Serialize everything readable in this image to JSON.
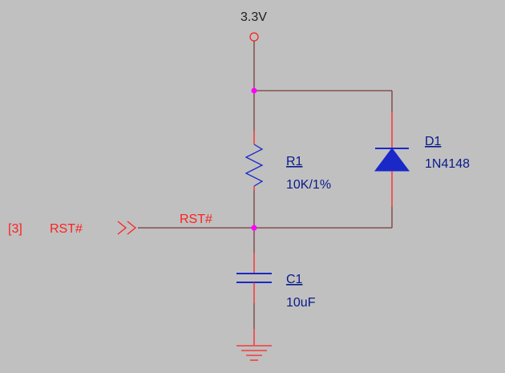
{
  "power_label": "3.3V",
  "offsheet": {
    "ref": "[3]",
    "name": "RST#"
  },
  "net_label": "RST#",
  "resistor": {
    "ref": "R1",
    "value": "10K/1%"
  },
  "diode": {
    "ref": "D1",
    "value": "1N4148"
  },
  "capacitor": {
    "ref": "C1",
    "value": "10uF"
  },
  "colors": {
    "background": "#c0c0c0",
    "wire": "#7a3a3a",
    "pin": "#ff2020",
    "component": "#1a28c8",
    "junction": "#ff00ff",
    "label_red": "#ff2020",
    "label_blue": "#0a1a8a",
    "power": "#202020"
  }
}
